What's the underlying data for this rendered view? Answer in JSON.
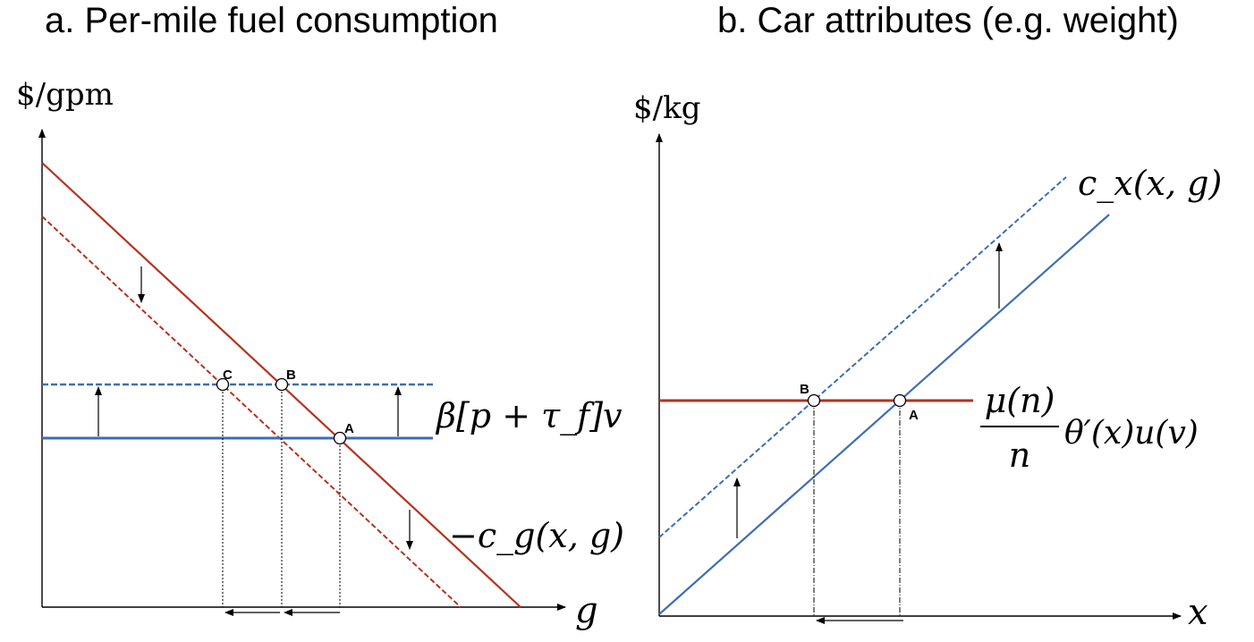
{
  "panel_a": {
    "title": "a. Per-mile fuel consumption",
    "y_axis_label": "$/gpm",
    "x_axis_label": "g",
    "curve_labels": {
      "horizontal": "β[p + τ_f]v",
      "downward": "−c_g(x, g)"
    },
    "points": [
      "A",
      "B",
      "C"
    ]
  },
  "panel_b": {
    "title": "b. Car attributes (e.g. weight)",
    "y_axis_label": "$/kg",
    "x_axis_label": "x",
    "curve_labels": {
      "upward": "c_x(x, g)",
      "horizontal_fraction_num": "μ(n)",
      "horizontal_fraction_den": "n",
      "horizontal_rest": "θ′(x)u(v)"
    },
    "points": [
      "A",
      "B"
    ]
  },
  "colors": {
    "red": "#b5321e",
    "blue": "#3e6db5"
  }
}
